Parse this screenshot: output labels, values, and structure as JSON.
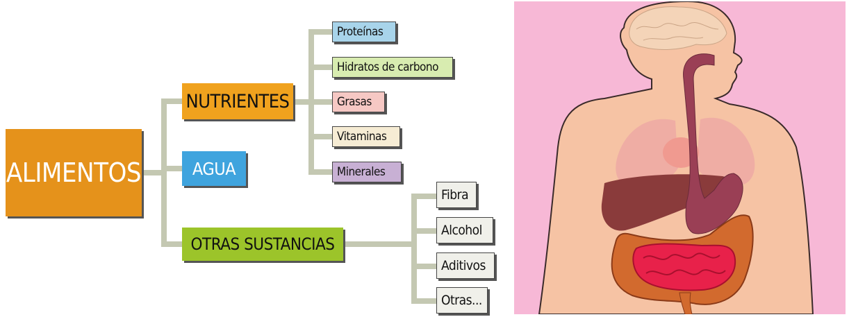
{
  "diagram": {
    "root": "ALIMENTOS",
    "nutrientes": "NUTRIENTES",
    "agua": "AGUA",
    "otras": "OTRAS SUSTANCIAS",
    "nutrient_items": [
      "Proteínas",
      "Hidratos de carbono",
      "Grasas",
      "Vitaminas",
      "Minerales"
    ],
    "other_items": [
      "Fibra",
      "Alcohol",
      "Aditivos",
      "Otras..."
    ]
  },
  "colors": {
    "alimentos": "#e5921b",
    "nutrientes": "#f0a21e",
    "agua": "#3fa4de",
    "otras": "#9cc42a",
    "proteinas": "#a8d4ea",
    "hidratos": "#d8ecb0",
    "grasas": "#f6c8c4",
    "vitaminas": "#f6ecd4",
    "minerales": "#c8b0d4",
    "other_items": "#f0f0ea",
    "connector": "#c4c8b2",
    "illustration_bg": "#f7b8d6"
  }
}
